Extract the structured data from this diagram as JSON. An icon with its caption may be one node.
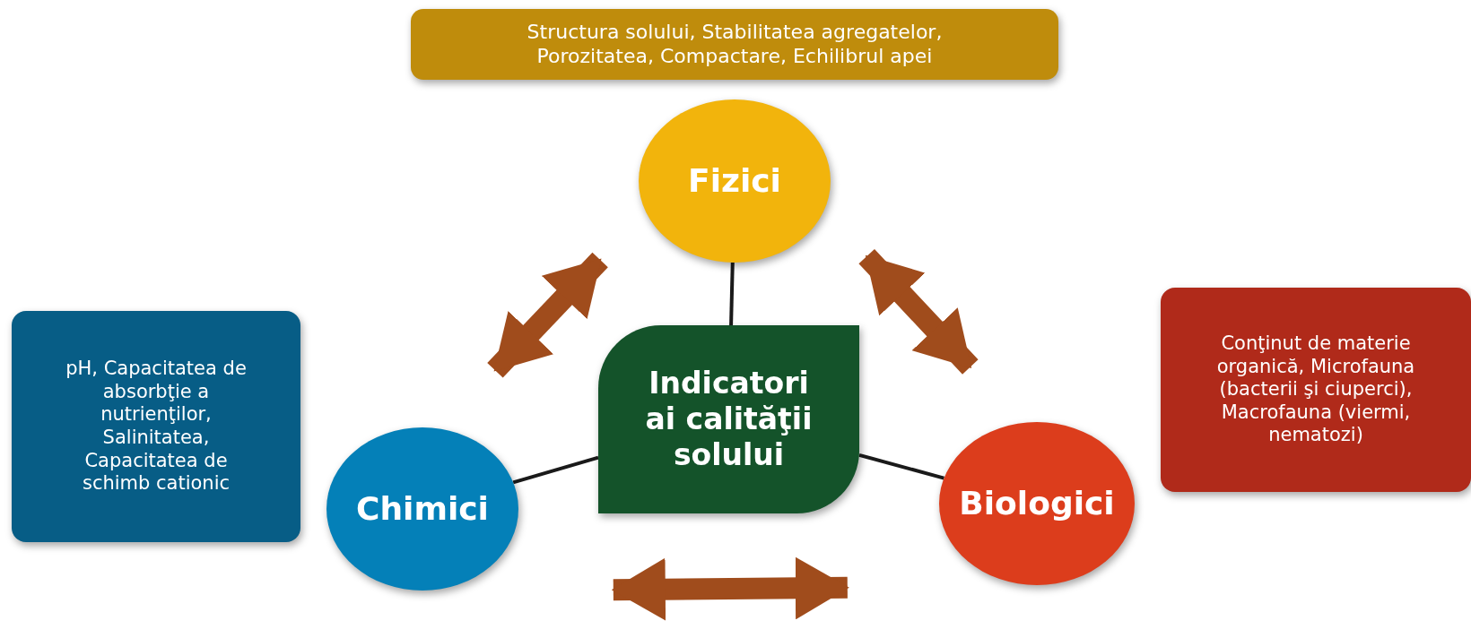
{
  "diagram": {
    "nodes": [
      {
        "text": [
          "Structura solului, Stabilitatea agregatelor, Porozitatea, Compactare, Echilibrul apei"
        ]
      },
      {
        "text": [
          "Fizici"
        ]
      },
      {
        "text": [
          "pH, Capacitatea de absorbţie a nutrienţilor, Salinitatea, Capacitatea de schimb cationic"
        ]
      },
      {
        "text": [
          "Indicatori ai calităţii solului"
        ]
      },
      {
        "text": [
          "Chimici"
        ]
      },
      {
        "text": [
          "Biologici"
        ]
      },
      {
        "text": [
          "Conţinut de materie organică, Microfauna (bacterii şi ciuperci), Macrofauna (viermi, nematozi)"
        ]
      }
    ],
    "edges": [
      {
        "from": 1,
        "to": 3,
        "arrow": "none"
      },
      {
        "from": 4,
        "to": 3,
        "arrow": "none"
      },
      {
        "from": 5,
        "to": 3,
        "arrow": "none"
      },
      {
        "from": 1,
        "to": 4,
        "arrow": "both",
        "style": "thick",
        "color": "#a04c1c"
      },
      {
        "from": 1,
        "to": 5,
        "arrow": "both",
        "style": "thick",
        "color": "#a04c1c"
      },
      {
        "from": 4,
        "to": 5,
        "arrow": "both",
        "style": "thick",
        "color": "#a04c1c"
      }
    ]
  }
}
